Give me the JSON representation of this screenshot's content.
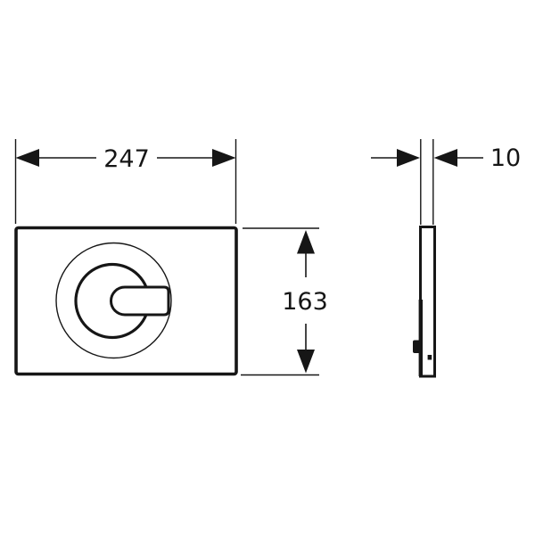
{
  "drawing": {
    "title": "flush-plate-dimension-drawing",
    "front_view": {
      "name": "front view of flush plate",
      "width_label": "247",
      "height_label": "163"
    },
    "side_view": {
      "name": "side profile of flush plate",
      "depth_label": "10"
    },
    "colors": {
      "line": "#161616",
      "background": "#ffffff"
    }
  }
}
